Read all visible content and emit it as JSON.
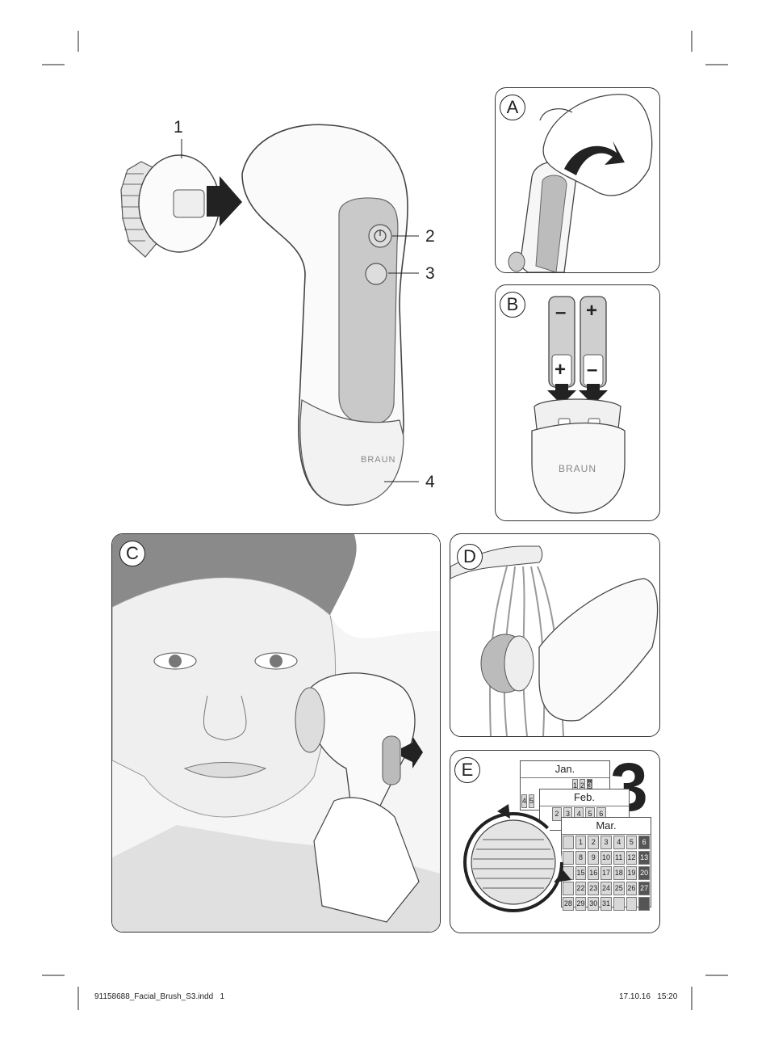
{
  "callouts": {
    "c1": "1",
    "c2": "2",
    "c3": "3",
    "c4": "4"
  },
  "panels": {
    "a": "A",
    "b": "B",
    "c": "C",
    "d": "D",
    "e": "E"
  },
  "brand": "BRAUN",
  "battery": {
    "top_left": "–",
    "bottom_left": "+",
    "top_right": "+",
    "bottom_right": "–"
  },
  "calendar": {
    "big_number": "3",
    "jan": {
      "label": "Jan.",
      "days": [
        "1",
        "2",
        "3"
      ],
      "partial": [
        "4",
        "5"
      ]
    },
    "feb": {
      "label": "Feb.",
      "days": [
        "2",
        "3",
        "4",
        "5",
        "6"
      ]
    },
    "mar": {
      "label": "Mar.",
      "rows": [
        [
          "",
          "1",
          "2",
          "3",
          "4",
          "5",
          "6"
        ],
        [
          "",
          "8",
          "9",
          "10",
          "11",
          "12",
          "13"
        ],
        [
          "",
          "15",
          "16",
          "17",
          "18",
          "19",
          "20"
        ],
        [
          "",
          "22",
          "23",
          "24",
          "25",
          "26",
          "27"
        ],
        [
          "28",
          "29",
          "30",
          "31",
          "",
          "",
          ""
        ]
      ]
    }
  },
  "footer": {
    "file": "91158688_Facial_Brush_S3.indd   1",
    "date": "17.10.16   15:20"
  }
}
